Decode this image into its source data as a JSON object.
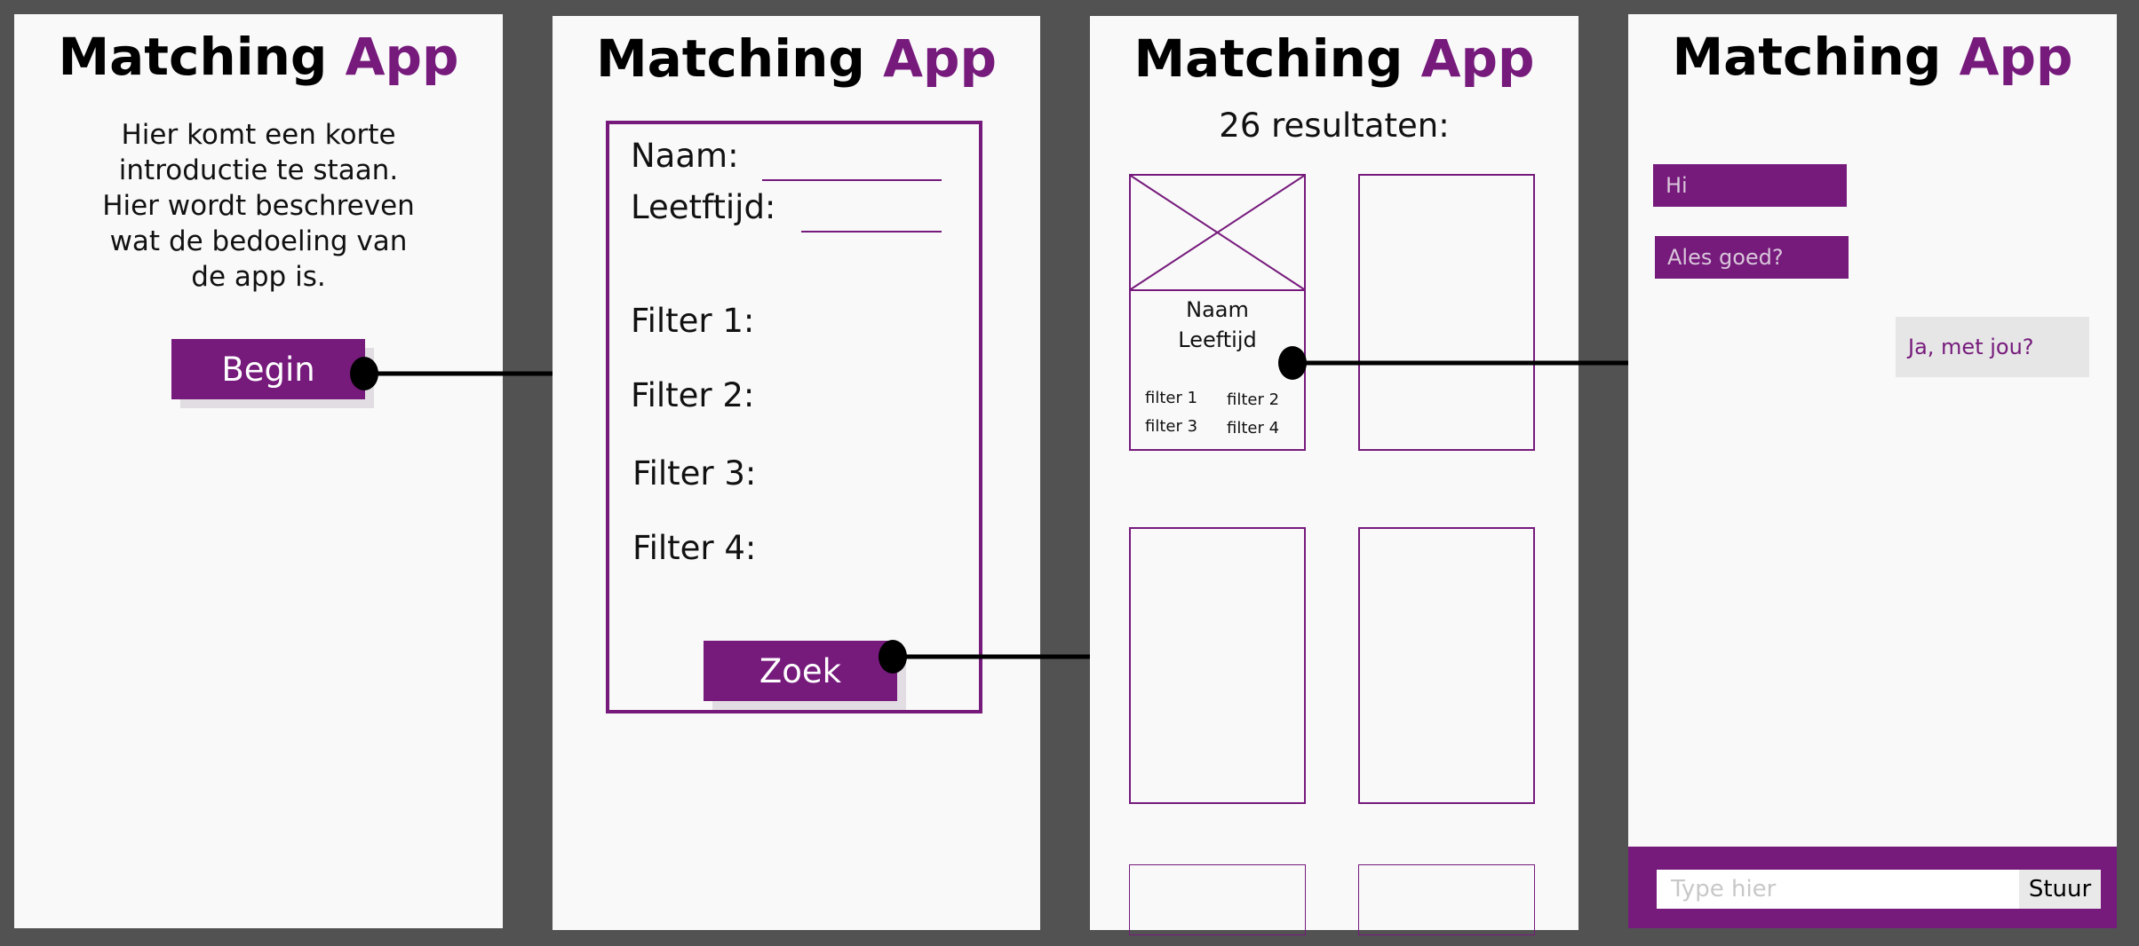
{
  "app_title": {
    "primary": "Matching",
    "accent": "App"
  },
  "colors": {
    "accent": "#761a7c",
    "screen_bg": "#f9f9f9",
    "canvas_bg": "#525252"
  },
  "screen1": {
    "intro_lines": [
      "Hier komt een korte",
      "introductie te staan.",
      "Hier wordt beschreven",
      "wat de bedoeling van",
      "de app is."
    ],
    "begin_button": "Begin"
  },
  "screen2": {
    "name_label": "Naam:",
    "age_label": "Leetftijd:",
    "filters": [
      "Filter 1:",
      "Filter 2:",
      "Filter 3:",
      "Filter 4:"
    ],
    "search_button": "Zoek"
  },
  "screen3": {
    "results_heading": "26 resultaten:",
    "card": {
      "name": "Naam",
      "age": "Leeftijd",
      "filters": [
        "filter 1",
        "filter 2",
        "filter 3",
        "filter 4"
      ]
    }
  },
  "screen4": {
    "messages": [
      {
        "from": "them",
        "text": "Hi"
      },
      {
        "from": "them",
        "text": "Ales goed?"
      },
      {
        "from": "me",
        "text": "Ja, met jou?"
      }
    ],
    "input_placeholder": "Type hier",
    "send_button": "Stuur"
  },
  "flow": [
    {
      "from": "begin-button",
      "to": "screen-2"
    },
    {
      "from": "search-button",
      "to": "screen-3"
    },
    {
      "from": "result-card",
      "to": "screen-4"
    }
  ]
}
